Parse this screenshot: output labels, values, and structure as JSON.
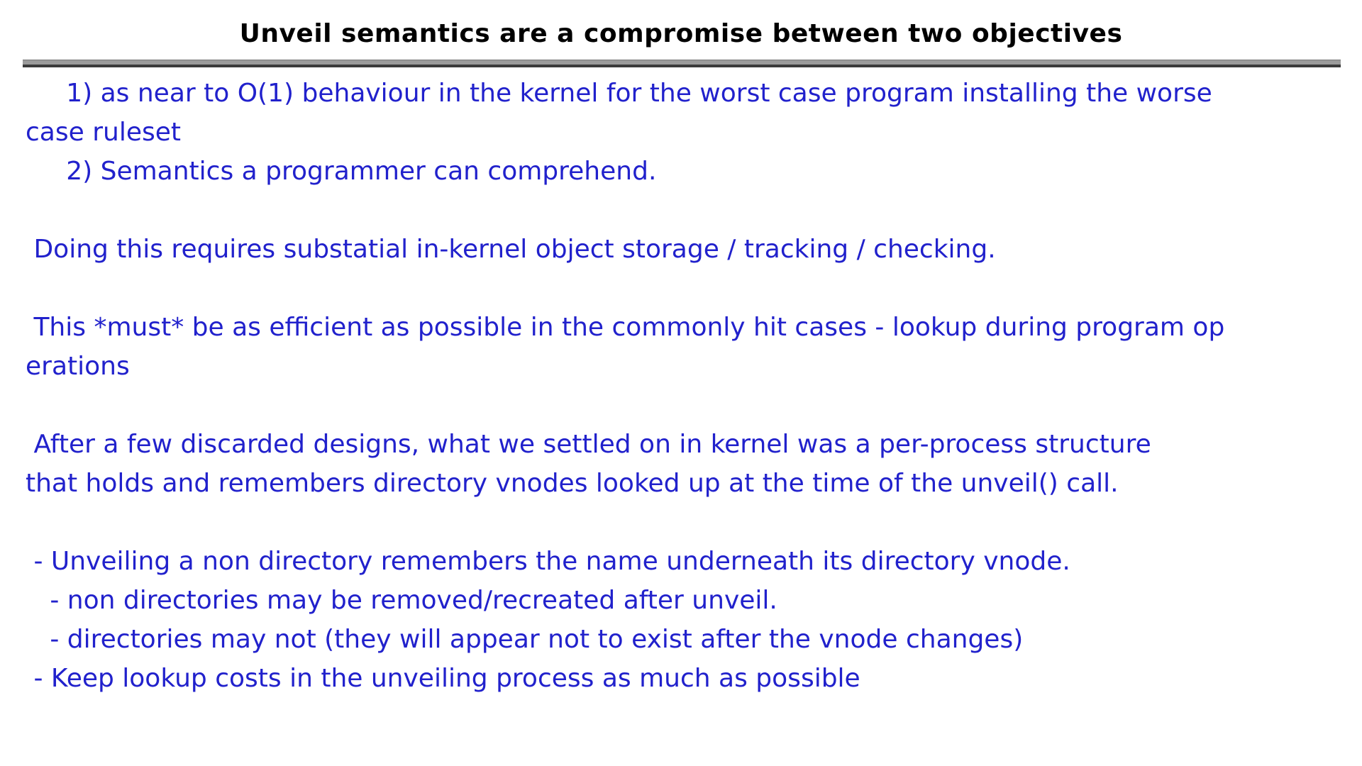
{
  "slide": {
    "title": "Unveil semantics are a compromise between two objectives",
    "colors": {
      "background": "#ffffff",
      "title_text": "#000000",
      "body_text": "#2121cc",
      "divider_gray": "#9b9b9b",
      "divider_dark": "#3b3b3b"
    }
  },
  "body": {
    "lines": [
      "     1) as near to O(1) behaviour in the kernel for the worst case program installing the worse",
      "case ruleset",
      "     2) Semantics a programmer can comprehend.",
      "",
      " Doing this requires substatial in-kernel object storage / tracking / checking.",
      "",
      " This *must* be as efficient as possible in the commonly hit cases - lookup during program op",
      "erations",
      "",
      " After a few discarded designs, what we settled on in kernel was a per-process structure",
      "that holds and remembers directory vnodes looked up at the time of the unveil() call.",
      "",
      " - Unveiling a non directory remembers the name underneath its directory vnode.",
      "   - non directories may be removed/recreated after unveil.",
      "   - directories may not (they will appear not to exist after the vnode changes)",
      " - Keep lookup costs in the unveiling process as much as possible"
    ]
  }
}
